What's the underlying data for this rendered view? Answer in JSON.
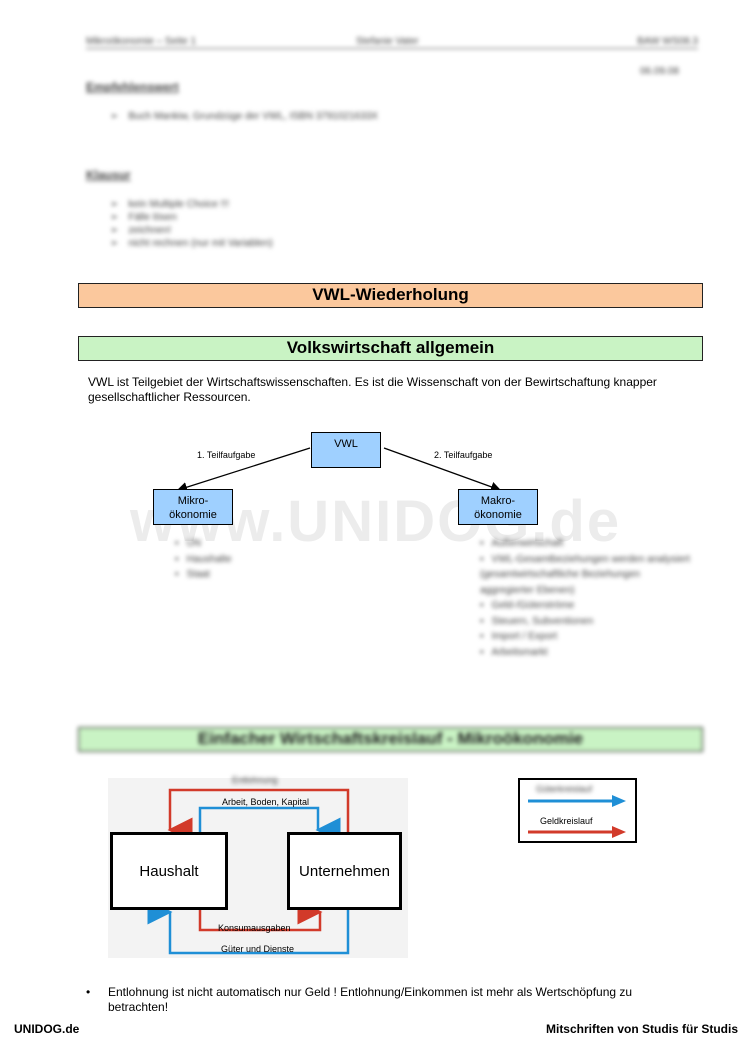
{
  "header": {
    "left": "Mikroökonomie – Seite 1",
    "center": "Stefanie Vater",
    "right": "BAW WS08.3",
    "date": "06.09.08"
  },
  "empfehlenswert": {
    "title": "Empfehlenswert",
    "items": [
      "Buch Mankiw, Grundzüge der VWL, ISBN 3791021633X"
    ]
  },
  "klausur": {
    "title": "Klausur",
    "items": [
      "kein Multiple Choice !!!",
      "Fälle lösen",
      "zeichnen!",
      "nicht rechnen (nur mit Variablen)"
    ]
  },
  "band_wiederholung": "VWL-Wiederholung",
  "band_allgemein": "Volkswirtschaft allgemein",
  "intro_text": "VWL ist Teilgebiet der Wirtschaftswissenschaften. Es ist die Wissenschaft von der Bewirtschaftung knapper gesellschaftlicher Ressourcen.",
  "tree": {
    "root": "VWL",
    "left_edge": "1. Teilfaufgabe",
    "right_edge": "2. Teilfaufgabe",
    "left_node": "Mikro-\nökonomie",
    "right_node": "Makro-\nökonomie",
    "left_items": [
      "UN",
      "Haushalte",
      "Staat"
    ],
    "right_items": [
      "Außenwirtschaft",
      "VWL-Gesamtbeziehungen werden analysiert (gesamtwirtschaftliche Beziehungen aggregierter Ebenen)",
      "Geld-/Güterströme",
      "Steuern, Subventionen",
      "Import / Export",
      "Arbeitsmarkt"
    ]
  },
  "watermark": "www.UNIDOG.de",
  "band_kreislauf": "Einfacher Wirtschaftskreislauf - Mikroökonomie",
  "circuit": {
    "haushalt": "Haushalt",
    "unternehmen": "Unternehmen",
    "top_red": "Entlohnung",
    "top_blue": "Arbeit, Boden, Kapital",
    "bottom_red": "Konsumausgaben",
    "bottom_blue": "Güter und Dienste"
  },
  "legend": {
    "blue_label": "Güterkreislauf",
    "red_label": "Geldkreislauf",
    "blue_color": "#1f8fd6",
    "red_color": "#d23a2a"
  },
  "bottom_note": "Entlohnung ist nicht automatisch nur Geld ! Entlohnung/Einkommen ist mehr als Wertschöpfung zu betrachten!",
  "footer": {
    "left": "UNIDOG.de",
    "right": "Mitschriften von Studis für Studis"
  }
}
